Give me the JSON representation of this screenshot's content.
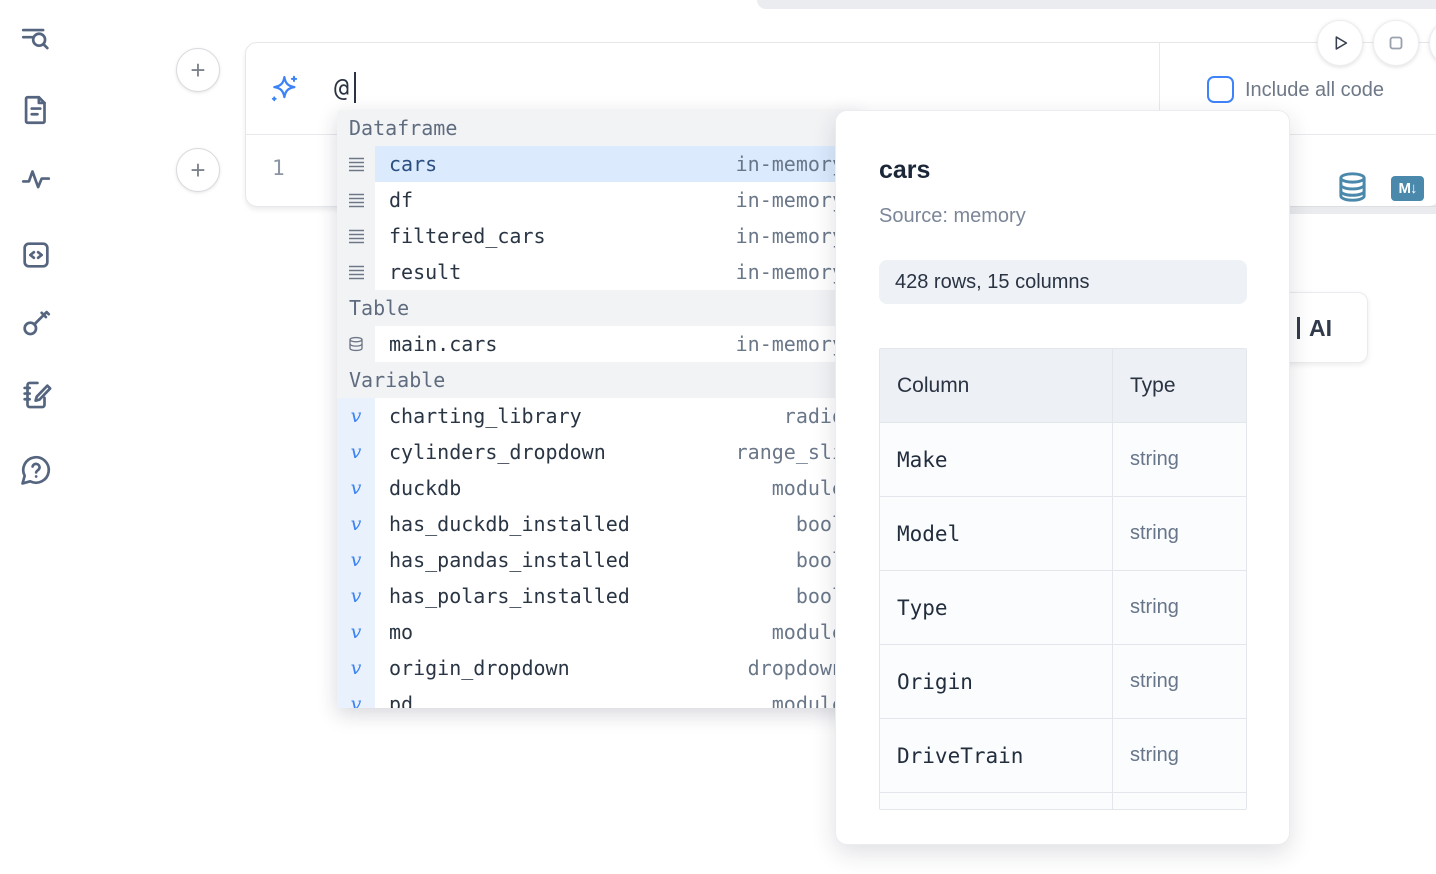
{
  "sidebar": {
    "items": [
      {
        "icon": "toc-search-icon"
      },
      {
        "icon": "document-icon"
      },
      {
        "icon": "activity-icon"
      },
      {
        "icon": "code-snippets-icon"
      },
      {
        "icon": "key-icon"
      },
      {
        "icon": "scratchpad-icon"
      },
      {
        "icon": "help-icon"
      }
    ]
  },
  "toolbar": {
    "run_icon": "play-icon",
    "stop_icon": "stop-icon"
  },
  "cell": {
    "prompt_value": "@",
    "include_all_code_label": "Include all code",
    "line_number": "1",
    "footer_icons": [
      "database-icon",
      "markdown-export-icon"
    ],
    "markdown_badge_text": "M↓"
  },
  "ai_button": {
    "visible_label": "AI"
  },
  "autocomplete": {
    "sections": [
      {
        "label": "Dataframe",
        "items": [
          {
            "name": "cars",
            "type": "in-memory",
            "selected": true
          },
          {
            "name": "df",
            "type": "in-memory"
          },
          {
            "name": "filtered_cars",
            "type": "in-memory"
          },
          {
            "name": "result",
            "type": "in-memory"
          }
        ]
      },
      {
        "label": "Table",
        "items": [
          {
            "name": "main.cars",
            "type": "in-memory"
          }
        ]
      },
      {
        "label": "Variable",
        "items": [
          {
            "name": "charting_library",
            "type": "radio"
          },
          {
            "name": "cylinders_dropdown",
            "type": "range_sli"
          },
          {
            "name": "duckdb",
            "type": "module"
          },
          {
            "name": "has_duckdb_installed",
            "type": "bool"
          },
          {
            "name": "has_pandas_installed",
            "type": "bool"
          },
          {
            "name": "has_polars_installed",
            "type": "bool"
          },
          {
            "name": "mo",
            "type": "module"
          },
          {
            "name": "origin_dropdown",
            "type": "dropdown"
          },
          {
            "name": "pd",
            "type": "module"
          }
        ]
      }
    ]
  },
  "preview": {
    "title": "cars",
    "source": "Source: memory",
    "shape": "428 rows, 15 columns",
    "table": {
      "headers": [
        "Column",
        "Type"
      ],
      "rows": [
        [
          "Make",
          "string"
        ],
        [
          "Model",
          "string"
        ],
        [
          "Type",
          "string"
        ],
        [
          "Origin",
          "string"
        ],
        [
          "DriveTrain",
          "string"
        ]
      ]
    }
  },
  "colors": {
    "accent_blue": "#3b82f6",
    "selected_row_bg": "#dbeafd",
    "steel_icon_blue": "#4a89ac",
    "sidebar_icon": "#55657f",
    "section_header_bg": "#f2f3f5"
  }
}
